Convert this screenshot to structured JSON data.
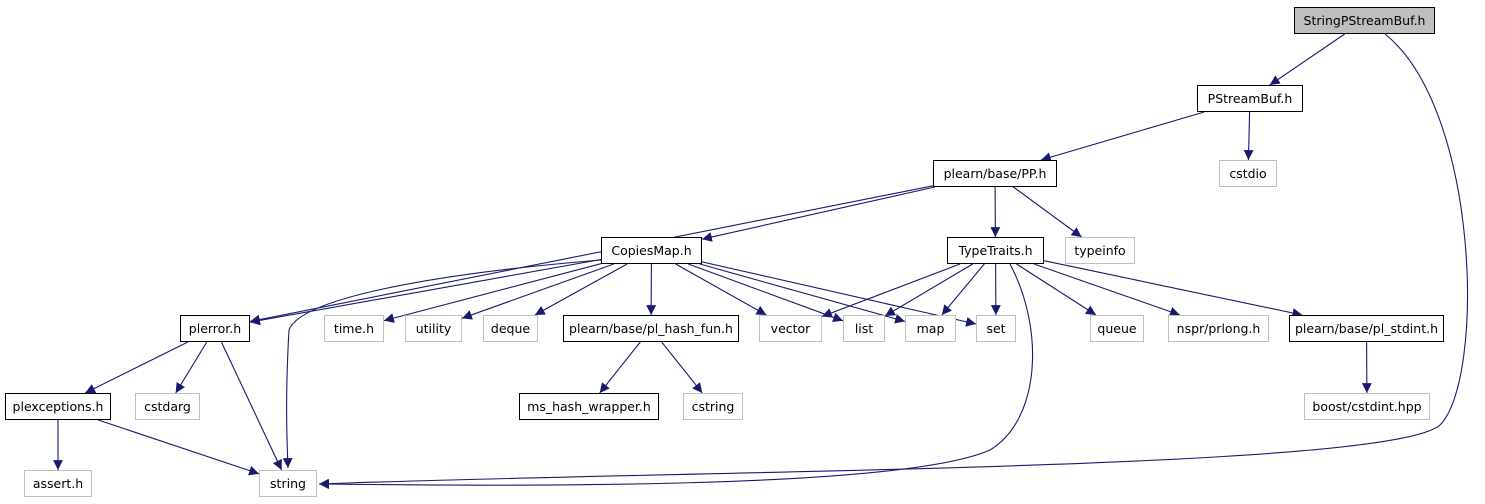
{
  "graph": {
    "edge_color": "#191970",
    "nodes": [
      {
        "id": "n_stringpstreambuf",
        "label": "StringPStreamBuf.h",
        "kind": "root"
      },
      {
        "id": "n_pstreambuf",
        "label": "PStreamBuf.h",
        "kind": "doc"
      },
      {
        "id": "n_pp",
        "label": "plearn/base/PP.h",
        "kind": "doc"
      },
      {
        "id": "n_cstdio",
        "label": "cstdio",
        "kind": "sys"
      },
      {
        "id": "n_copiesmap",
        "label": "CopiesMap.h",
        "kind": "doc"
      },
      {
        "id": "n_typetraits",
        "label": "TypeTraits.h",
        "kind": "doc"
      },
      {
        "id": "n_typeinfo",
        "label": "typeinfo",
        "kind": "sys"
      },
      {
        "id": "n_plerror",
        "label": "plerror.h",
        "kind": "doc"
      },
      {
        "id": "n_time",
        "label": "time.h",
        "kind": "sys"
      },
      {
        "id": "n_utility",
        "label": "utility",
        "kind": "sys"
      },
      {
        "id": "n_deque",
        "label": "deque",
        "kind": "sys"
      },
      {
        "id": "n_pl_hash_fun",
        "label": "plearn/base/pl_hash_fun.h",
        "kind": "doc"
      },
      {
        "id": "n_vector",
        "label": "vector",
        "kind": "sys"
      },
      {
        "id": "n_list",
        "label": "list",
        "kind": "sys"
      },
      {
        "id": "n_map",
        "label": "map",
        "kind": "sys"
      },
      {
        "id": "n_set",
        "label": "set",
        "kind": "sys"
      },
      {
        "id": "n_queue",
        "label": "queue",
        "kind": "sys"
      },
      {
        "id": "n_prlong",
        "label": "nspr/prlong.h",
        "kind": "sys"
      },
      {
        "id": "n_pl_stdint",
        "label": "plearn/base/pl_stdint.h",
        "kind": "doc"
      },
      {
        "id": "n_plexceptions",
        "label": "plexceptions.h",
        "kind": "doc"
      },
      {
        "id": "n_cstdarg",
        "label": "cstdarg",
        "kind": "sys"
      },
      {
        "id": "n_ms_hash_wrapper",
        "label": "ms_hash_wrapper.h",
        "kind": "doc"
      },
      {
        "id": "n_cstring",
        "label": "cstring",
        "kind": "sys"
      },
      {
        "id": "n_boost_cstdint",
        "label": "boost/cstdint.hpp",
        "kind": "sys"
      },
      {
        "id": "n_assert",
        "label": "assert.h",
        "kind": "sys"
      },
      {
        "id": "n_string",
        "label": "string",
        "kind": "sys"
      }
    ],
    "edges": [
      [
        "n_stringpstreambuf",
        "n_pstreambuf"
      ],
      [
        "n_stringpstreambuf",
        "n_string"
      ],
      [
        "n_pstreambuf",
        "n_pp"
      ],
      [
        "n_pstreambuf",
        "n_cstdio"
      ],
      [
        "n_pp",
        "n_plerror"
      ],
      [
        "n_pp",
        "n_copiesmap"
      ],
      [
        "n_pp",
        "n_typetraits"
      ],
      [
        "n_pp",
        "n_typeinfo"
      ],
      [
        "n_copiesmap",
        "n_plerror"
      ],
      [
        "n_copiesmap",
        "n_string"
      ],
      [
        "n_copiesmap",
        "n_time"
      ],
      [
        "n_copiesmap",
        "n_utility"
      ],
      [
        "n_copiesmap",
        "n_deque"
      ],
      [
        "n_copiesmap",
        "n_pl_hash_fun"
      ],
      [
        "n_copiesmap",
        "n_vector"
      ],
      [
        "n_copiesmap",
        "n_list"
      ],
      [
        "n_copiesmap",
        "n_map"
      ],
      [
        "n_copiesmap",
        "n_set"
      ],
      [
        "n_typetraits",
        "n_vector"
      ],
      [
        "n_typetraits",
        "n_list"
      ],
      [
        "n_typetraits",
        "n_map"
      ],
      [
        "n_typetraits",
        "n_set"
      ],
      [
        "n_typetraits",
        "n_string"
      ],
      [
        "n_typetraits",
        "n_queue"
      ],
      [
        "n_typetraits",
        "n_prlong"
      ],
      [
        "n_typetraits",
        "n_pl_stdint"
      ],
      [
        "n_plerror",
        "n_plexceptions"
      ],
      [
        "n_plerror",
        "n_cstdarg"
      ],
      [
        "n_plerror",
        "n_string"
      ],
      [
        "n_plexceptions",
        "n_assert"
      ],
      [
        "n_plexceptions",
        "n_string"
      ],
      [
        "n_pl_hash_fun",
        "n_ms_hash_wrapper"
      ],
      [
        "n_pl_hash_fun",
        "n_cstring"
      ],
      [
        "n_pl_stdint",
        "n_boost_cstdint"
      ]
    ]
  }
}
